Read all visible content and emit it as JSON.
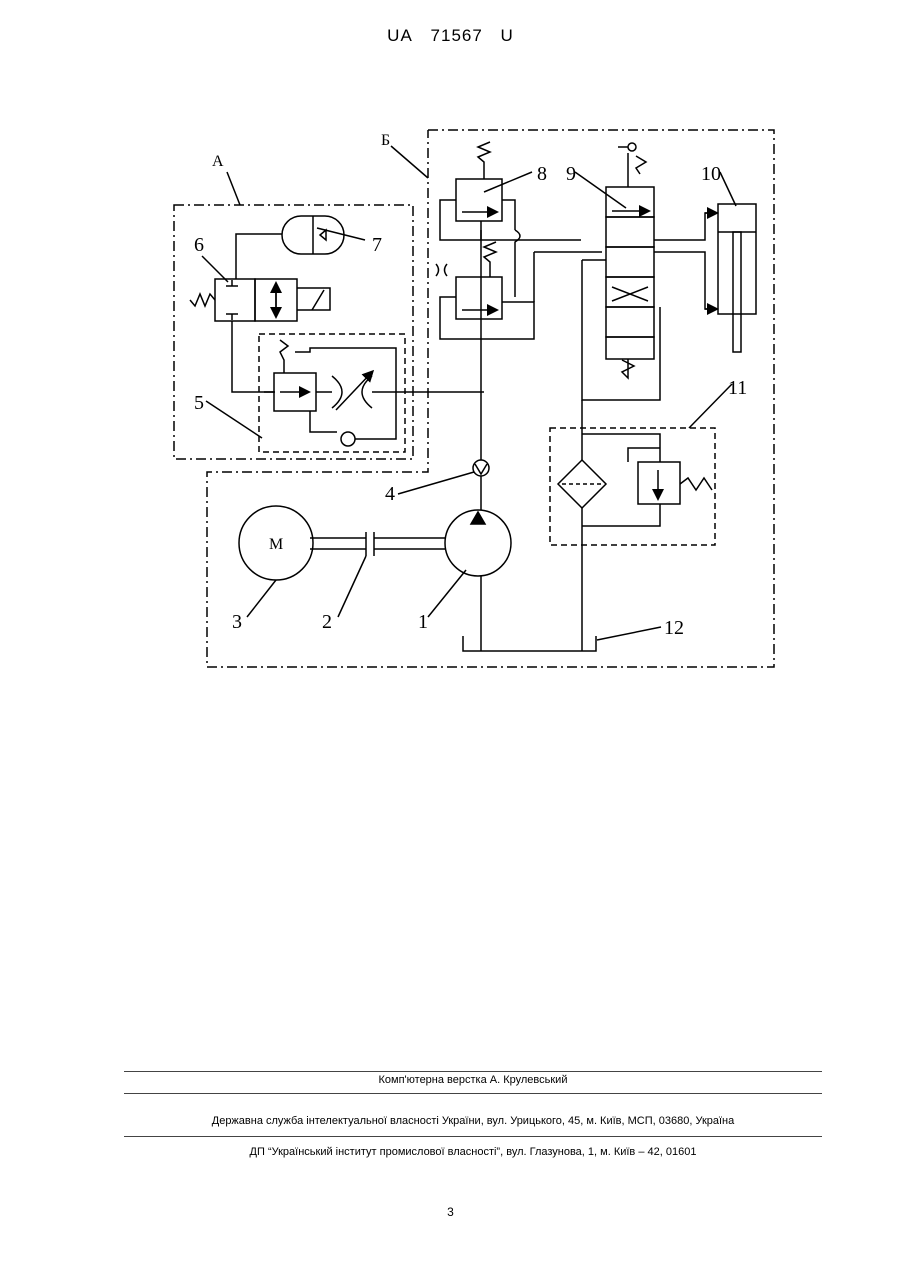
{
  "header": {
    "office": "UA",
    "number": "71567",
    "kind": "U"
  },
  "diagram": {
    "group_labels": [
      "А",
      "Б"
    ],
    "component_labels": [
      "1",
      "2",
      "3",
      "4",
      "5",
      "6",
      "7",
      "8",
      "9",
      "10",
      "11",
      "12"
    ],
    "motor_symbol": "М"
  },
  "footer": {
    "typesetter": "Комп'ютерна верстка А. Крулевський",
    "agency": "Державна служба інтелектуальної власності України, вул. Урицького, 45, м. Київ, МСП, 03680, Україна",
    "institute": "ДП “Український інститут промислової власності”, вул. Глазунова, 1, м. Київ – 42, 01601"
  },
  "page_number": "3"
}
